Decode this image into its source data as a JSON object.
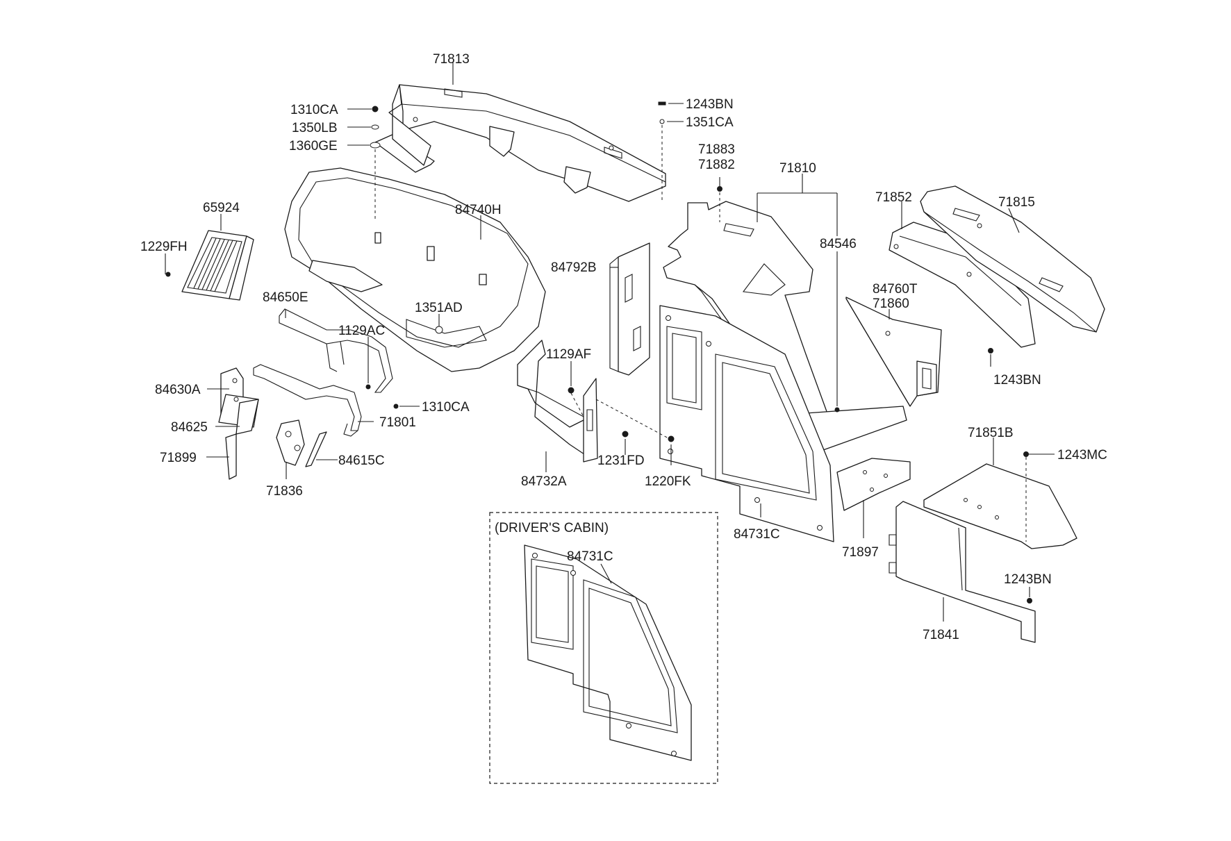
{
  "labels": {
    "p71813": "71813",
    "p1310CA_top": "1310CA",
    "p1350LB": "1350LB",
    "p1360GE": "1360GE",
    "p1243BN_top": "1243BN",
    "p1351CA": "1351CA",
    "p71883": "71883",
    "p71882": "71882",
    "p71810": "71810",
    "p71852": "71852",
    "p71815": "71815",
    "p65924": "65924",
    "p84740H": "84740H",
    "p1229FH": "1229FH",
    "p84792B": "84792B",
    "p84546": "84546",
    "p84650E": "84650E",
    "p84760T": "84760T",
    "p71860": "71860",
    "p1351AD": "1351AD",
    "p1129AC": "1129AC",
    "p1129AF": "1129AF",
    "p1243BN_right": "1243BN",
    "p84630A": "84630A",
    "p1310CA_low": "1310CA",
    "p71801": "71801",
    "p84625": "84625",
    "p71851B": "71851B",
    "p1243MC": "1243MC",
    "p71899": "71899",
    "p84615C": "84615C",
    "p1231FD": "1231FD",
    "p84732A": "84732A",
    "p1220FK": "1220FK",
    "p71836": "71836",
    "p84731C_main": "84731C",
    "p71897": "71897",
    "p1243BN_low": "1243BN",
    "p71841": "71841",
    "p84731C_cabin": "84731C",
    "cabin_title": "(DRIVER'S CABIN)"
  }
}
